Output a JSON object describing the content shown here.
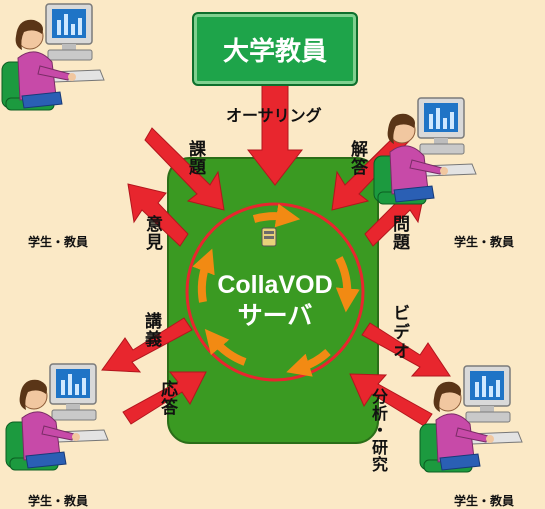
{
  "top_box": {
    "label": "大学教員"
  },
  "center": {
    "line1": "CollaVOD",
    "line2": "サーバ"
  },
  "labels": {
    "authoring": "オーサリング",
    "assignment": "課題",
    "answer": "解答",
    "opinion": "意見",
    "question": "問題",
    "lecture": "講義",
    "response": "応答",
    "video": "ビデオ",
    "analysis": "分析・研究"
  },
  "people": {
    "top_left": "学生・教員",
    "top_right": "学生・教員",
    "bottom_left": "学生・教員",
    "bottom_right": "学生・教員"
  },
  "colors": {
    "background": "#fbe9c6",
    "server_green": "#3a9a22",
    "box_green": "#1ea44a",
    "arrow_red": "#e8262e",
    "cycle_orange": "#f28a13",
    "ring_red": "#e8262e"
  }
}
